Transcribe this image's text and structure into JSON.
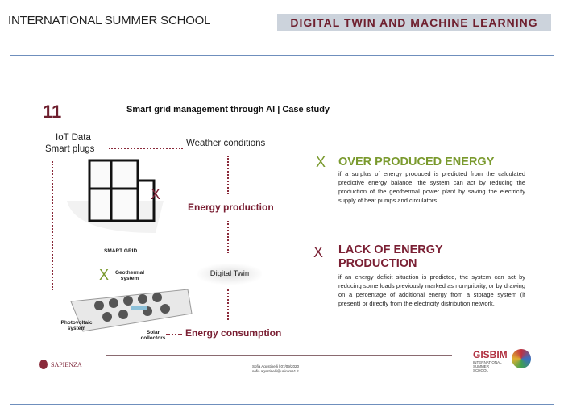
{
  "header": {
    "left": "INTERNATIONAL SUMMER SCHOOL",
    "right": "DIGITAL TWIN AND MACHINE LEARNING"
  },
  "slide": {
    "number": "11",
    "title": "Smart grid management through AI | Case study",
    "diagram": {
      "iot": "IoT Data",
      "plugs": "Smart plugs",
      "weather": "Weather conditions",
      "production": "Energy production",
      "consumption": "Energy consumption",
      "smart_grid": "SMART GRID",
      "geothermal": "Geothermal system",
      "photovoltaic": "Photovoltaic system",
      "solar": "Solar collectors",
      "digital_twin": "Digital Twin",
      "x_mark": "X"
    },
    "over": {
      "heading": "OVER PRODUCED ENERGY",
      "text": "if a surplus of energy produced is predicted from the calculated predictive energy balance, the system can act by reducing the production of the geothermal power plant by saving the electricity supply of heat pumps and circulators."
    },
    "lack": {
      "heading": "LACK OF ENERGY PRODUCTION",
      "text": "if an energy deficit situation is predicted, the system can act by reducing some loads previously marked as non-priority, or by drawing on a percentage of additional energy from a storage system (if present) or directly from the electricity distribution network."
    },
    "footer": {
      "author": "Sofia Agostinelli | 07/09/2020",
      "email": "sofia.agostinelli@uniroma1.it",
      "left_logo": "SAPIENZA",
      "right_logo": "GISBIM",
      "right_logo_sub": "INTERNATIONAL SUMMER SCHOOL"
    }
  },
  "colors": {
    "accent": "#6e1f2e",
    "green": "#7a9a2e",
    "border": "#6f8fbd"
  }
}
